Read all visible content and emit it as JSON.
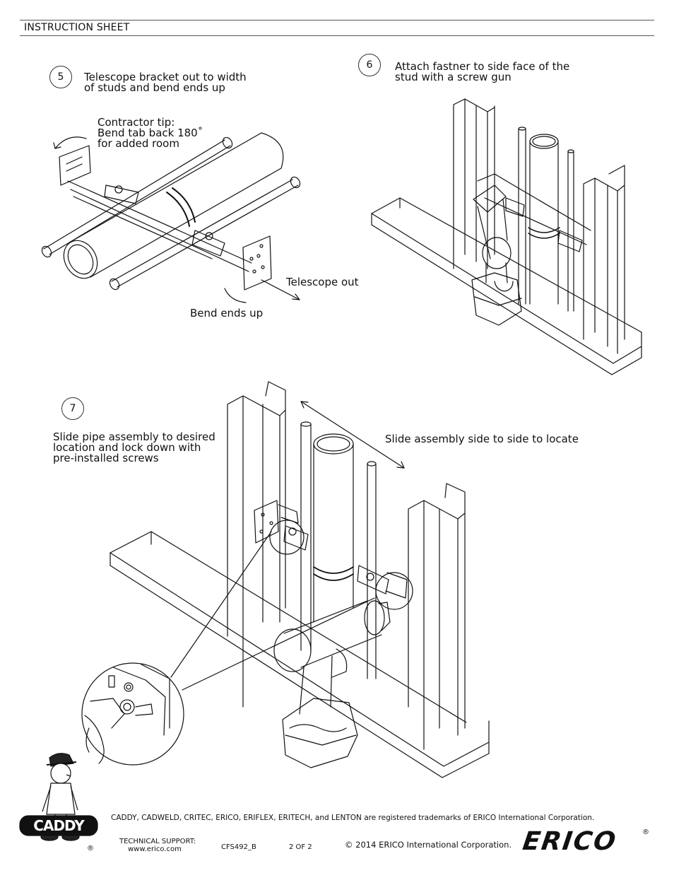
{
  "header": {
    "title": "INSTRUCTION SHEET"
  },
  "steps": [
    {
      "number": "5",
      "text": "Telescope bracket out to width\nof studs and bend ends up"
    },
    {
      "number": "6",
      "text": "Attach fastner to side face of the\nstud with a screw gun"
    },
    {
      "number": "7",
      "text": "Slide pipe assembly to desired\nlocation and lock down with\npre-installed screws"
    }
  ],
  "callouts": {
    "contractor_tip": "Contractor tip:\nBend tab back 180˚\nfor added room",
    "telescope_out": "Telescope out",
    "bend_ends_up": "Bend ends up",
    "slide_side": "Slide assembly side to side to locate"
  },
  "footer": {
    "trademarks": "CADDY, CADWELD, CRITEC, ERICO, ERIFLEX, ERITECH, and LENTON are registered trademarks of ERICO International Corporation.",
    "support_label": "TECHNICAL SUPPORT:",
    "support_url": "www.erico.com",
    "doc_code": "CFS492_B",
    "page": "2 OF 2",
    "copyright": "© 2014  ERICO International Corporation.",
    "brand_left": "CADDY",
    "brand_right": "ERICO",
    "registered": "®"
  },
  "colors": {
    "line": "#111111",
    "rule": "#555555"
  }
}
